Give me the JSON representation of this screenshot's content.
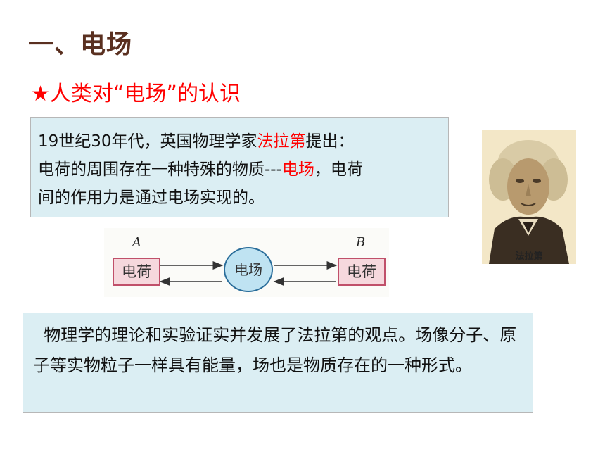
{
  "title": "一、电场",
  "subtitle": "★人类对“电场”的认识",
  "box1": {
    "line1_a": "19世纪30年代，英国物理学家",
    "line1_red": "法拉第",
    "line1_b": "提出：",
    "line2_a": "电荷的周围存在一种特殊的物质---",
    "line2_red": "电场",
    "line2_b": "，电荷",
    "line3": "间的作用力是通过电场实现的。"
  },
  "diagram": {
    "label_a": "A",
    "label_b": "B",
    "charge_left": "电荷",
    "field": "电场",
    "charge_right": "电荷"
  },
  "portrait": {
    "caption": "法拉第"
  },
  "box2": {
    "text": "  物理学的理论和实验证实并发展了法拉第的观点。场像分子、原子等实物粒子一样具有能量，场也是物质存在的一种形式。"
  },
  "colors": {
    "title": "#5a3020",
    "highlight": "#ff0000",
    "box_bg": "#dbeef3"
  }
}
